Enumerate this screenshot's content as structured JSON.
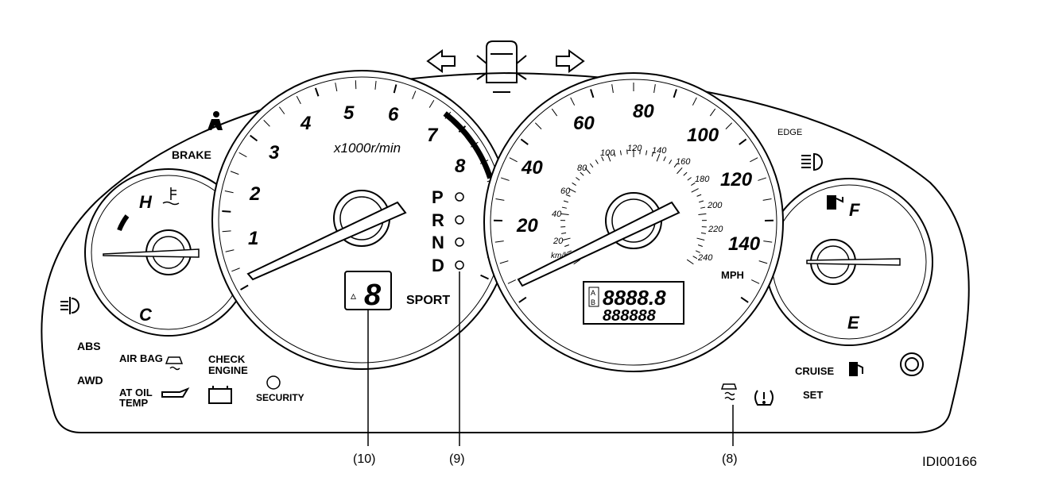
{
  "tachometer": {
    "numbers": [
      "1",
      "2",
      "3",
      "4",
      "5",
      "6",
      "7",
      "8"
    ],
    "unit": "x1000r/min"
  },
  "speedometer": {
    "mph_numbers": [
      "20",
      "40",
      "60",
      "80",
      "100",
      "120",
      "140"
    ],
    "kmh_numbers": [
      "20",
      "40",
      "60",
      "80",
      "100",
      "120",
      "140",
      "160",
      "180",
      "200",
      "220",
      "240"
    ],
    "kmh_unit": "km/h",
    "mph_unit": "MPH"
  },
  "temp_gauge": {
    "hot": "H",
    "cold": "C"
  },
  "fuel_gauge": {
    "full": "F",
    "empty": "E"
  },
  "gear_indicator": {
    "letters": [
      "P",
      "R",
      "N",
      "D"
    ],
    "digit": "8",
    "sport": "SPORT"
  },
  "odometer": {
    "line1": "8888.8",
    "line2": "888888",
    "ab_top": "A",
    "ab_bottom": "B"
  },
  "warning_labels": {
    "brake": "BRAKE",
    "abs": "ABS",
    "awd": "AWD",
    "airbag": "AIR BAG",
    "check_engine_1": "CHECK",
    "check_engine_2": "ENGINE",
    "at_oil_1": "AT OIL",
    "at_oil_2": "TEMP",
    "security": "SECURITY",
    "edge": "EDGE",
    "cruise": "CRUISE",
    "set": "SET"
  },
  "callouts": {
    "c10": "(10)",
    "c9": "(9)",
    "c8": "(8)"
  },
  "figure_id": "IDI00166"
}
